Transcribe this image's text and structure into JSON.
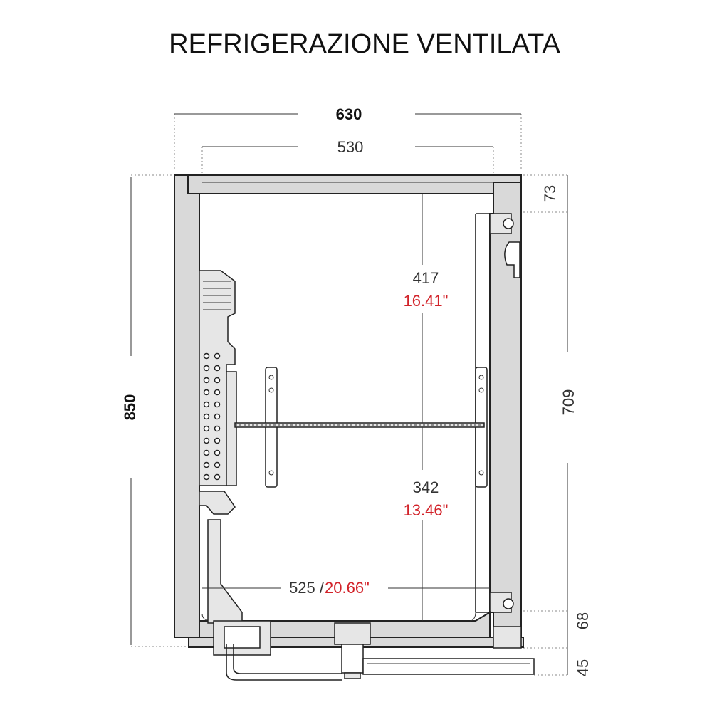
{
  "title": "REFRIGERAZIONE VENTILATA",
  "dimensions": {
    "outer_width": "630",
    "inner_width": "530",
    "total_height": "850",
    "top_offset": "73",
    "door_height": "709",
    "bottom_offset": "68",
    "foot_height": "45",
    "upper_compartment_mm": "417",
    "upper_compartment_in": "16.41\"",
    "lower_compartment_mm": "342",
    "lower_compartment_in": "13.46\"",
    "depth_mm": "525 /",
    "depth_in": "20.66\""
  },
  "colors": {
    "accent_red": "#d2232a",
    "wall_fill": "#d9d9d9"
  }
}
